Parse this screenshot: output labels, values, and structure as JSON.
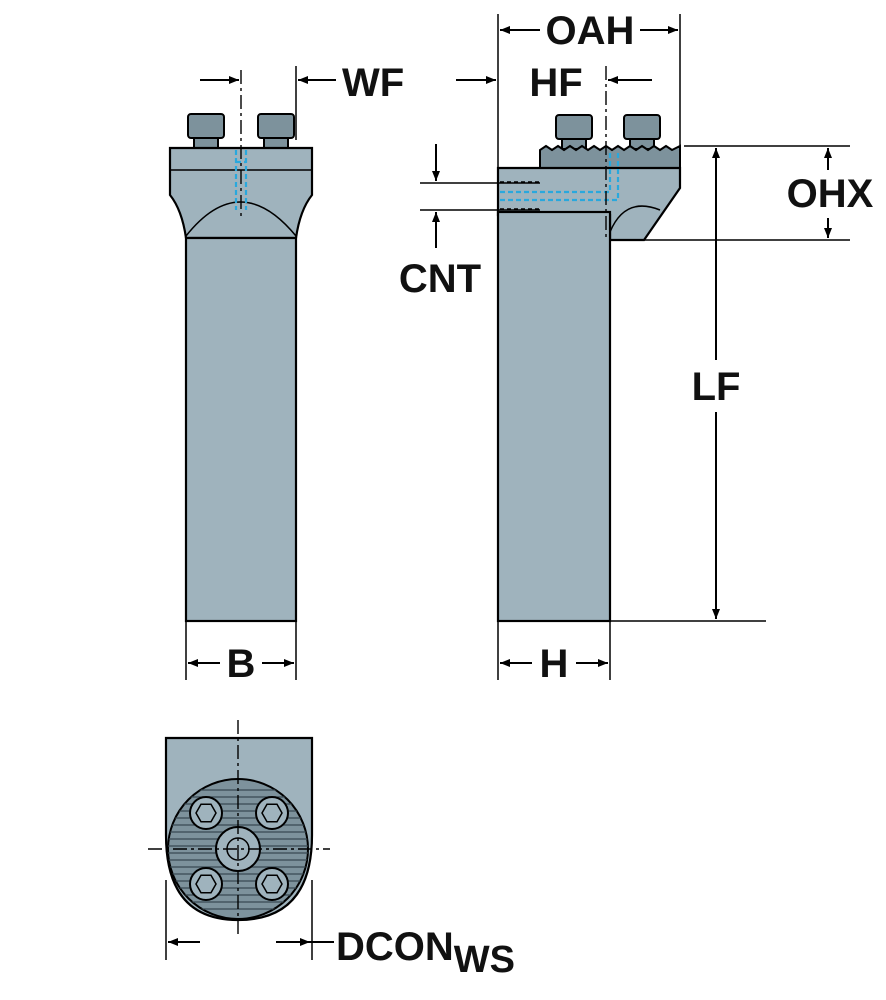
{
  "colors": {
    "body": "#9fb3bd",
    "body_dark": "#7d929c",
    "coolant": "#29a8dd",
    "line": "#000000"
  },
  "labels": {
    "wf": "WF",
    "oah": "OAH",
    "hf": "HF",
    "ohx": "OHX",
    "cnt": "CNT",
    "lf": "LF",
    "b": "B",
    "h": "H",
    "dcon": "DCON",
    "dcon_sub": "WS"
  }
}
